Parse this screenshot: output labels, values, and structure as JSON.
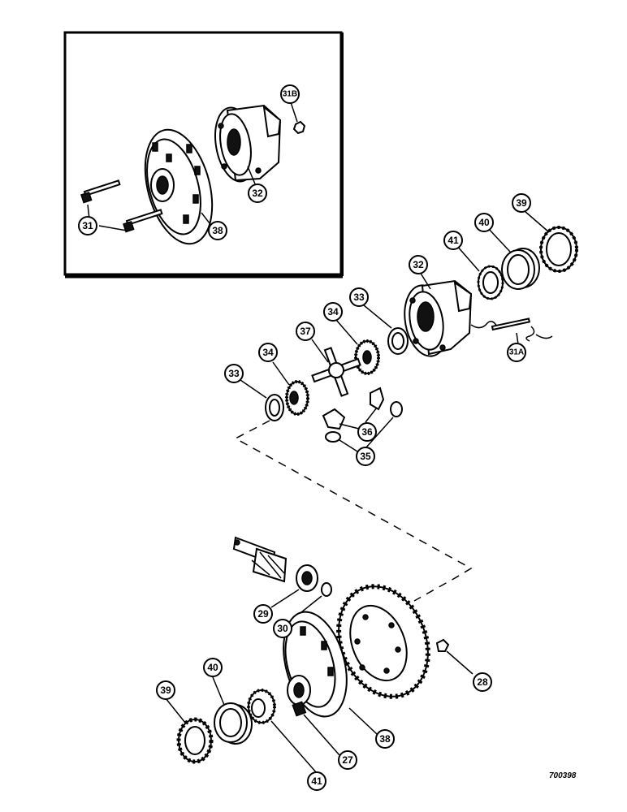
{
  "callouts": {
    "c31_inset": "31",
    "c31b": "31B",
    "c32_inset": "32",
    "c38_inset": "38",
    "c39_top": "39",
    "c40_top": "40",
    "c41_top": "41",
    "c32_main": "32",
    "c33_right": "33",
    "c34_right": "34",
    "c37": "37",
    "c34_left": "34",
    "c33_left": "33",
    "c36": "36",
    "c35": "35",
    "c31a": "31A",
    "c29": "29",
    "c30": "30",
    "c28": "28",
    "c40_bottom": "40",
    "c39_bottom": "39",
    "c38_bottom": "38",
    "c27": "27",
    "c41_bottom": "41"
  },
  "reference_number": "700398"
}
